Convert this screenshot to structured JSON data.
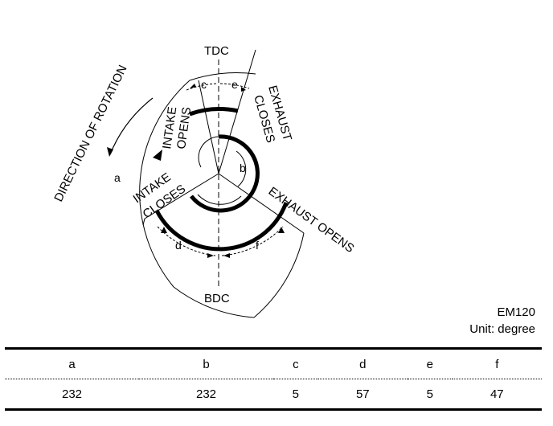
{
  "diagram": {
    "tdc": "TDC",
    "bdc": "BDC",
    "direction": "DIRECTION OF ROTATION",
    "intake_opens": [
      "INTAKE",
      "OPENS"
    ],
    "intake_closes": [
      "INTAKE",
      "CLOSES"
    ],
    "exhaust_closes": [
      "EXHAUST",
      "CLOSES"
    ],
    "exhaust_opens": "EXHAUST OPENS",
    "letters": {
      "a": "a",
      "b": "b",
      "c": "c",
      "d": "d",
      "e": "e",
      "f": "f"
    }
  },
  "code": "EM120",
  "unit": "Unit: degree",
  "table": {
    "headers": [
      "a",
      "b",
      "c",
      "d",
      "e",
      "f"
    ],
    "values": [
      "232",
      "232",
      "5",
      "57",
      "5",
      "47"
    ]
  }
}
